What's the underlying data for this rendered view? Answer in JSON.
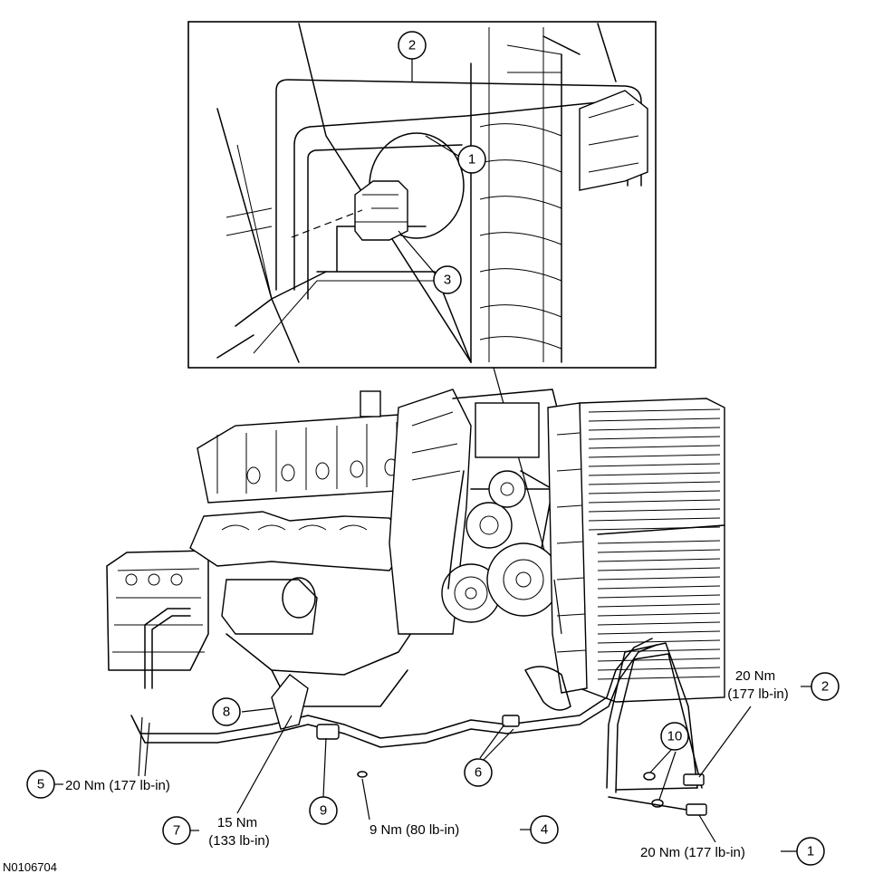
{
  "figure_id": "N0106704",
  "callouts": [
    {
      "id": "c2-top",
      "number": "2"
    },
    {
      "id": "c1-top",
      "number": "1"
    },
    {
      "id": "c3-top",
      "number": "3"
    },
    {
      "id": "c8",
      "number": "8"
    },
    {
      "id": "c2-right",
      "number": "2",
      "torque_line1": "20 Nm",
      "torque_line2": "(177 lb-in)"
    },
    {
      "id": "c10",
      "number": "10"
    },
    {
      "id": "c5",
      "number": "5",
      "torque": "20 Nm (177 lb-in)"
    },
    {
      "id": "c6",
      "number": "6"
    },
    {
      "id": "c9",
      "number": "9"
    },
    {
      "id": "c7",
      "number": "7",
      "torque_line1": "15 Nm",
      "torque_line2": "(133 lb-in)"
    },
    {
      "id": "c4",
      "number": "4",
      "torque": "9 Nm (80 lb-in)"
    },
    {
      "id": "c1-bottom",
      "number": "1",
      "torque": "20 Nm (177 lb-in)"
    }
  ]
}
